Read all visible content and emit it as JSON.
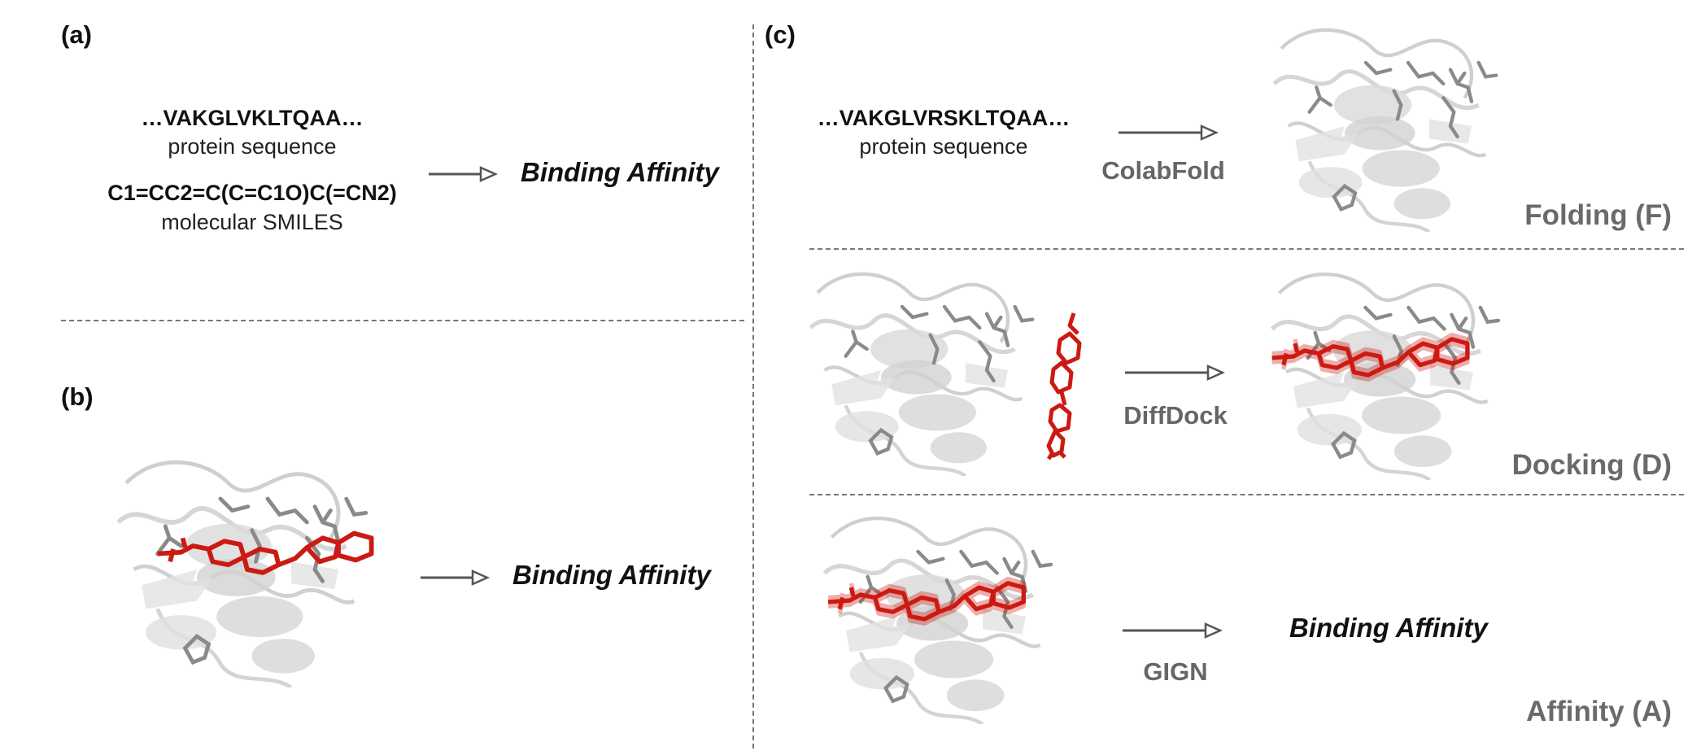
{
  "panel_a": {
    "label": "(a)",
    "sequence": "…VAKGLVKLTQAA…",
    "sequence_caption": "protein sequence",
    "smiles": "C1=CC2=C(C=C1O)C(=CN2)",
    "smiles_caption": "molecular SMILES",
    "output": "Binding Affinity"
  },
  "panel_b": {
    "label": "(b)",
    "output": "Binding Affinity"
  },
  "panel_c": {
    "label": "(c)",
    "sequence": "…VAKGLVRSKLTQAA…",
    "sequence_caption": "protein sequence",
    "folding_tool": "ColabFold",
    "folding_stage": "Folding (F)",
    "docking_tool": "DiffDock",
    "docking_stage": "Docking (D)",
    "affinity_tool": "GIGN",
    "affinity_output": "Binding Affinity",
    "affinity_stage": "Affinity (A)"
  },
  "colors": {
    "ligand": "#cc1a12",
    "protein": "#c8c8c8",
    "sidechain": "#8a8a8a",
    "arrow": "#555555",
    "divider": "#777777"
  }
}
